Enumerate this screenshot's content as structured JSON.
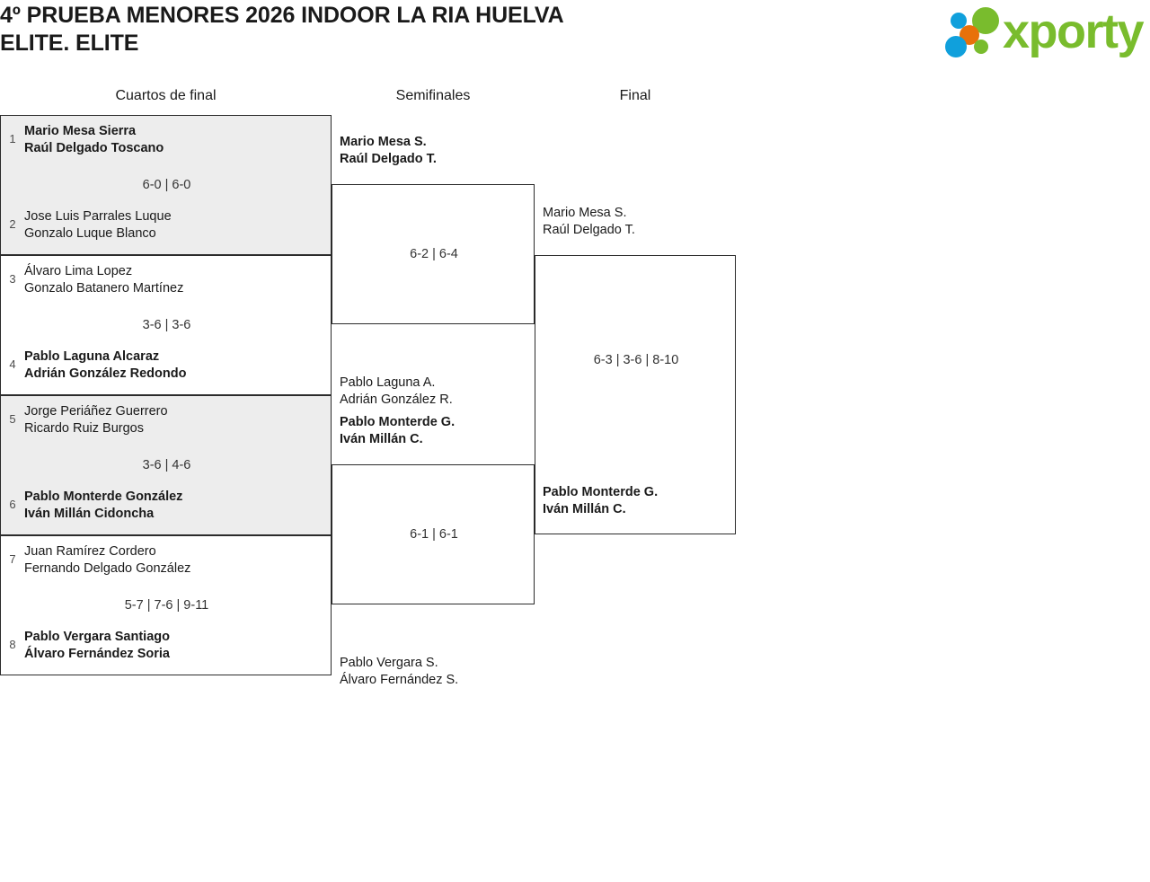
{
  "header": {
    "title_line1": "4º PRUEBA MENORES 2026 INDOOR LA RIA HUELVA",
    "title_line2": "ELITE. ELITE",
    "logo_text": "xporty"
  },
  "rounds": [
    {
      "label": "Cuartos de final"
    },
    {
      "label": "Semifinales"
    },
    {
      "label": "Final"
    }
  ],
  "quarterfinals": [
    {
      "shaded": true,
      "score": "6-0 | 6-0",
      "top": {
        "seed": "1",
        "p1": "Mario Mesa Sierra",
        "p2": "Raúl Delgado Toscano",
        "winner": true
      },
      "bottom": {
        "seed": "2",
        "p1": "Jose Luis Parrales Luque",
        "p2": "Gonzalo Luque Blanco",
        "winner": false
      }
    },
    {
      "shaded": false,
      "score": "3-6 | 3-6",
      "top": {
        "seed": "3",
        "p1": "Álvaro Lima Lopez",
        "p2": "Gonzalo Batanero Martínez",
        "winner": false
      },
      "bottom": {
        "seed": "4",
        "p1": "Pablo Laguna Alcaraz",
        "p2": "Adrián González Redondo",
        "winner": true
      }
    },
    {
      "shaded": true,
      "score": "3-6 | 4-6",
      "top": {
        "seed": "5",
        "p1": "Jorge Periáñez Guerrero",
        "p2": "Ricardo Ruiz Burgos",
        "winner": false
      },
      "bottom": {
        "seed": "6",
        "p1": "Pablo Monterde González",
        "p2": "Iván Millán Cidoncha",
        "winner": true
      }
    },
    {
      "shaded": false,
      "score": "5-7 | 7-6 | 9-11",
      "top": {
        "seed": "7",
        "p1": "Juan Ramírez Cordero",
        "p2": "Fernando Delgado González",
        "winner": false
      },
      "bottom": {
        "seed": "8",
        "p1": "Pablo Vergara Santiago",
        "p2": "Álvaro Fernández Soria",
        "winner": true
      }
    }
  ],
  "semifinals": [
    {
      "score": "6-2 | 6-4",
      "top": {
        "p1": "Mario Mesa S.",
        "p2": "Raúl Delgado T.",
        "winner": true
      },
      "bottom": {
        "p1": "Pablo Laguna A.",
        "p2": "Adrián González R.",
        "winner": false
      }
    },
    {
      "score": "6-1 | 6-1",
      "top": {
        "p1": "Pablo Monterde G.",
        "p2": "Iván Millán C.",
        "winner": true
      },
      "bottom": {
        "p1": "Pablo Vergara S.",
        "p2": "Álvaro Fernández S.",
        "winner": false
      }
    }
  ],
  "final": {
    "score": "6-3 | 3-6 | 8-10",
    "top": {
      "p1": "Mario Mesa S.",
      "p2": "Raúl Delgado T.",
      "winner": false
    },
    "bottom": {
      "p1": "Pablo Monterde G.",
      "p2": "Iván Millán C.",
      "winner": true
    }
  }
}
